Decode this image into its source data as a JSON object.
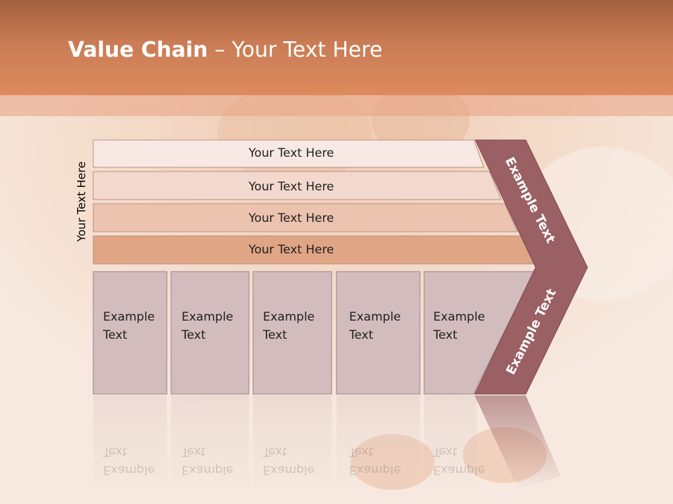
{
  "colors": {
    "header": "#d9875d",
    "chevron": "#9a6063",
    "box": "#d3bcbe",
    "row1": "#f8e8e3",
    "row2": "#f3d8cd",
    "row3": "#ecc3ae",
    "row4": "#e0a585"
  },
  "slide": {
    "title_bold": "Value Chain",
    "title_rest": " – Your Text Here",
    "side_label": "Your Text Here"
  },
  "rows": [
    "Your Text Here",
    "Your Text Here",
    "Your Text Here",
    "Your Text Here"
  ],
  "boxes": [
    "Example\nText",
    "Example\nText",
    "Example\nText",
    "Example\nText",
    "Example\nText"
  ],
  "chevron": {
    "upper": "Example Text",
    "lower": "Example Text"
  }
}
